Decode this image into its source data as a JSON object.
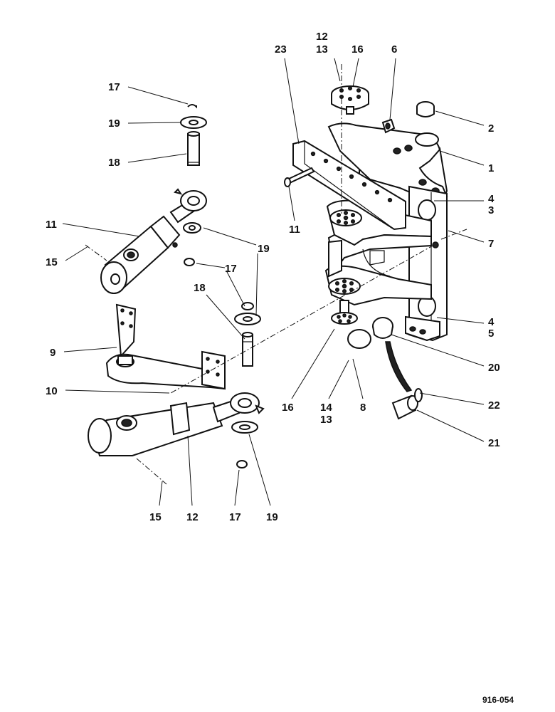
{
  "reference_code": "916-054",
  "callouts": [
    {
      "id": "c1",
      "text": "1"
    },
    {
      "id": "c2",
      "text": "2"
    },
    {
      "id": "c3",
      "text": "3"
    },
    {
      "id": "c4a",
      "text": "4"
    },
    {
      "id": "c4b",
      "text": "4"
    },
    {
      "id": "c5",
      "text": "5"
    },
    {
      "id": "c6",
      "text": "6"
    },
    {
      "id": "c7",
      "text": "7"
    },
    {
      "id": "c8",
      "text": "8"
    },
    {
      "id": "c9",
      "text": "9"
    },
    {
      "id": "c10",
      "text": "10"
    },
    {
      "id": "c11",
      "text": "11"
    },
    {
      "id": "c12a",
      "text": "12"
    },
    {
      "id": "c12b",
      "text": "12"
    },
    {
      "id": "c13a",
      "text": "13"
    },
    {
      "id": "c14a",
      "text": "14"
    },
    {
      "id": "c13b",
      "text": "13"
    },
    {
      "id": "c14b",
      "text": "14"
    },
    {
      "id": "c15a",
      "text": "15"
    },
    {
      "id": "c15b",
      "text": "15"
    },
    {
      "id": "c16a",
      "text": "16"
    },
    {
      "id": "c16b",
      "text": "16"
    },
    {
      "id": "c17a",
      "text": "17"
    },
    {
      "id": "c17b",
      "text": "17"
    },
    {
      "id": "c17c",
      "text": "17"
    },
    {
      "id": "c18a",
      "text": "18"
    },
    {
      "id": "c18b",
      "text": "18"
    },
    {
      "id": "c19a",
      "text": "19"
    },
    {
      "id": "c19b",
      "text": "19"
    },
    {
      "id": "c19c",
      "text": "19"
    },
    {
      "id": "c20",
      "text": "20"
    },
    {
      "id": "c21",
      "text": "21"
    },
    {
      "id": "c22",
      "text": "22"
    },
    {
      "id": "c23",
      "text": "23"
    }
  ]
}
